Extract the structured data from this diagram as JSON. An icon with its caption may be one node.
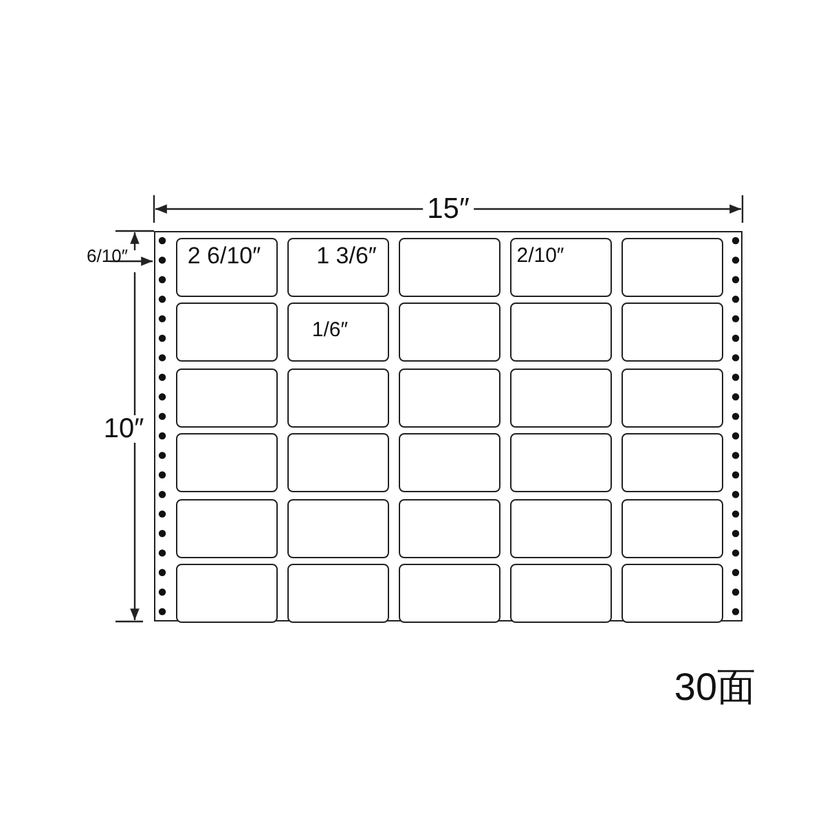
{
  "diagram": {
    "nodes": [
      {
        "text": [],
        "shape": "box"
      },
      {
        "text": [],
        "shape": "box",
        "in": 0
      },
      {
        "text": [],
        "shape": "box",
        "in": 0
      },
      {
        "text": [],
        "shape": "box",
        "in": 0
      },
      {
        "text": [],
        "shape": "box",
        "in": 0
      },
      {
        "text": [],
        "shape": "box",
        "in": 0
      },
      {
        "text": [],
        "shape": "box",
        "in": 0
      },
      {
        "text": [],
        "shape": "box",
        "in": 0
      },
      {
        "text": [],
        "shape": "box",
        "in": 0
      },
      {
        "text": [],
        "shape": "box",
        "in": 0
      },
      {
        "text": [],
        "shape": "box",
        "in": 0
      },
      {
        "text": [],
        "shape": "box",
        "in": 0
      },
      {
        "text": [],
        "shape": "box",
        "in": 0
      },
      {
        "text": [],
        "shape": "box",
        "in": 0
      },
      {
        "text": [],
        "shape": "box",
        "in": 0
      },
      {
        "text": [],
        "shape": "box",
        "in": 0
      },
      {
        "text": [],
        "shape": "box",
        "in": 0
      },
      {
        "text": [],
        "shape": "box",
        "in": 0
      },
      {
        "text": [],
        "shape": "box",
        "in": 0
      },
      {
        "text": [],
        "shape": "box",
        "in": 0
      },
      {
        "text": [],
        "shape": "box",
        "in": 0
      },
      {
        "text": [],
        "shape": "box",
        "in": 0
      },
      {
        "text": [],
        "shape": "box",
        "in": 0
      },
      {
        "text": [],
        "shape": "box",
        "in": 0
      },
      {
        "text": [],
        "shape": "box",
        "in": 0
      },
      {
        "text": [],
        "shape": "box",
        "in": 0
      },
      {
        "text": [],
        "shape": "box",
        "in": 0
      },
      {
        "text": [],
        "shape": "box",
        "in": 0
      },
      {
        "text": [],
        "shape": "box",
        "in": 0
      },
      {
        "text": [],
        "shape": "box",
        "in": 0
      },
      {
        "text": [],
        "shape": "box",
        "in": 0
      }
    ],
    "labels": [
      "15″",
      "6/10″",
      "2 6/10″",
      "1 3/6″",
      "2/10″",
      "1/6″",
      "10″",
      "30面"
    ]
  }
}
